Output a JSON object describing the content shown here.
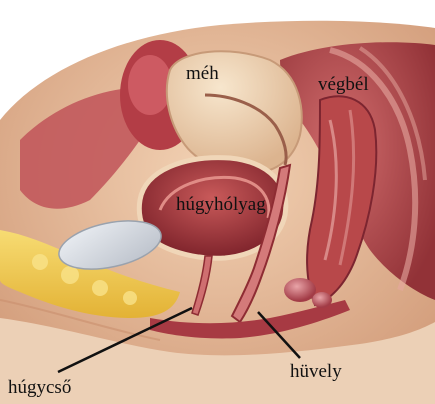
{
  "labels": {
    "uterus": "méh",
    "rectum": "végbél",
    "bladder": "húgyhólyag",
    "vagina": "hüvely",
    "urethra": "húgycső"
  },
  "colors": {
    "skin": "#e8c2a0",
    "skin_shadow": "#c98f6e",
    "muscle": "#b8484a",
    "muscle_dark": "#8e2c33",
    "uterus_wall": "#f0d6b8",
    "uterus_inner": "#d69a80",
    "bladder": "#9c3138",
    "fat": "#f2c94a",
    "pubic_bone": "#d9dde3",
    "leader_line": "#111111"
  }
}
